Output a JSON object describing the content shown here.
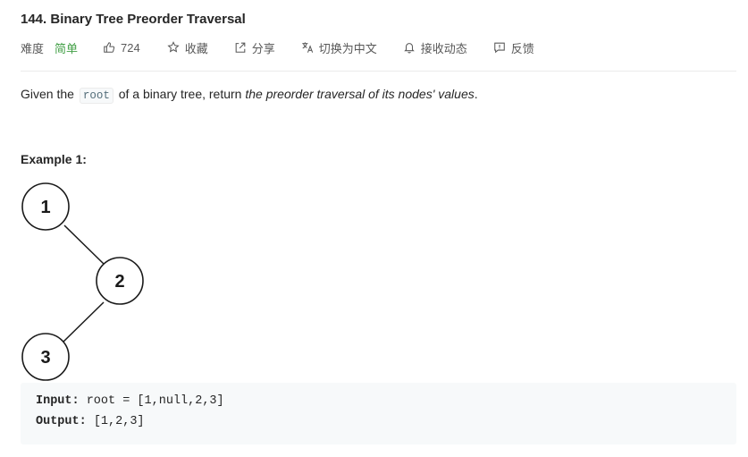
{
  "problem": {
    "title": "144. Binary Tree Preorder Traversal"
  },
  "meta": {
    "difficulty_label": "难度",
    "difficulty_value": "简单",
    "likes": "724",
    "favorite_label": "收藏",
    "share_label": "分享",
    "switch_lang_label": "切换为中文",
    "subscribe_label": "接收动态",
    "feedback_label": "反馈",
    "difficulty_color": "#43a047"
  },
  "description": {
    "part1": "Given the ",
    "code": "root",
    "part2": " of a binary tree, return ",
    "emphasis": "the preorder traversal of its nodes' values",
    "part3": "."
  },
  "example": {
    "heading": "Example 1:",
    "tree_nodes": [
      "1",
      "2",
      "3"
    ],
    "input_label": "Input:",
    "input_value": " root = [1,null,2,3]",
    "output_label": "Output:",
    "output_value": " [1,2,3]"
  }
}
